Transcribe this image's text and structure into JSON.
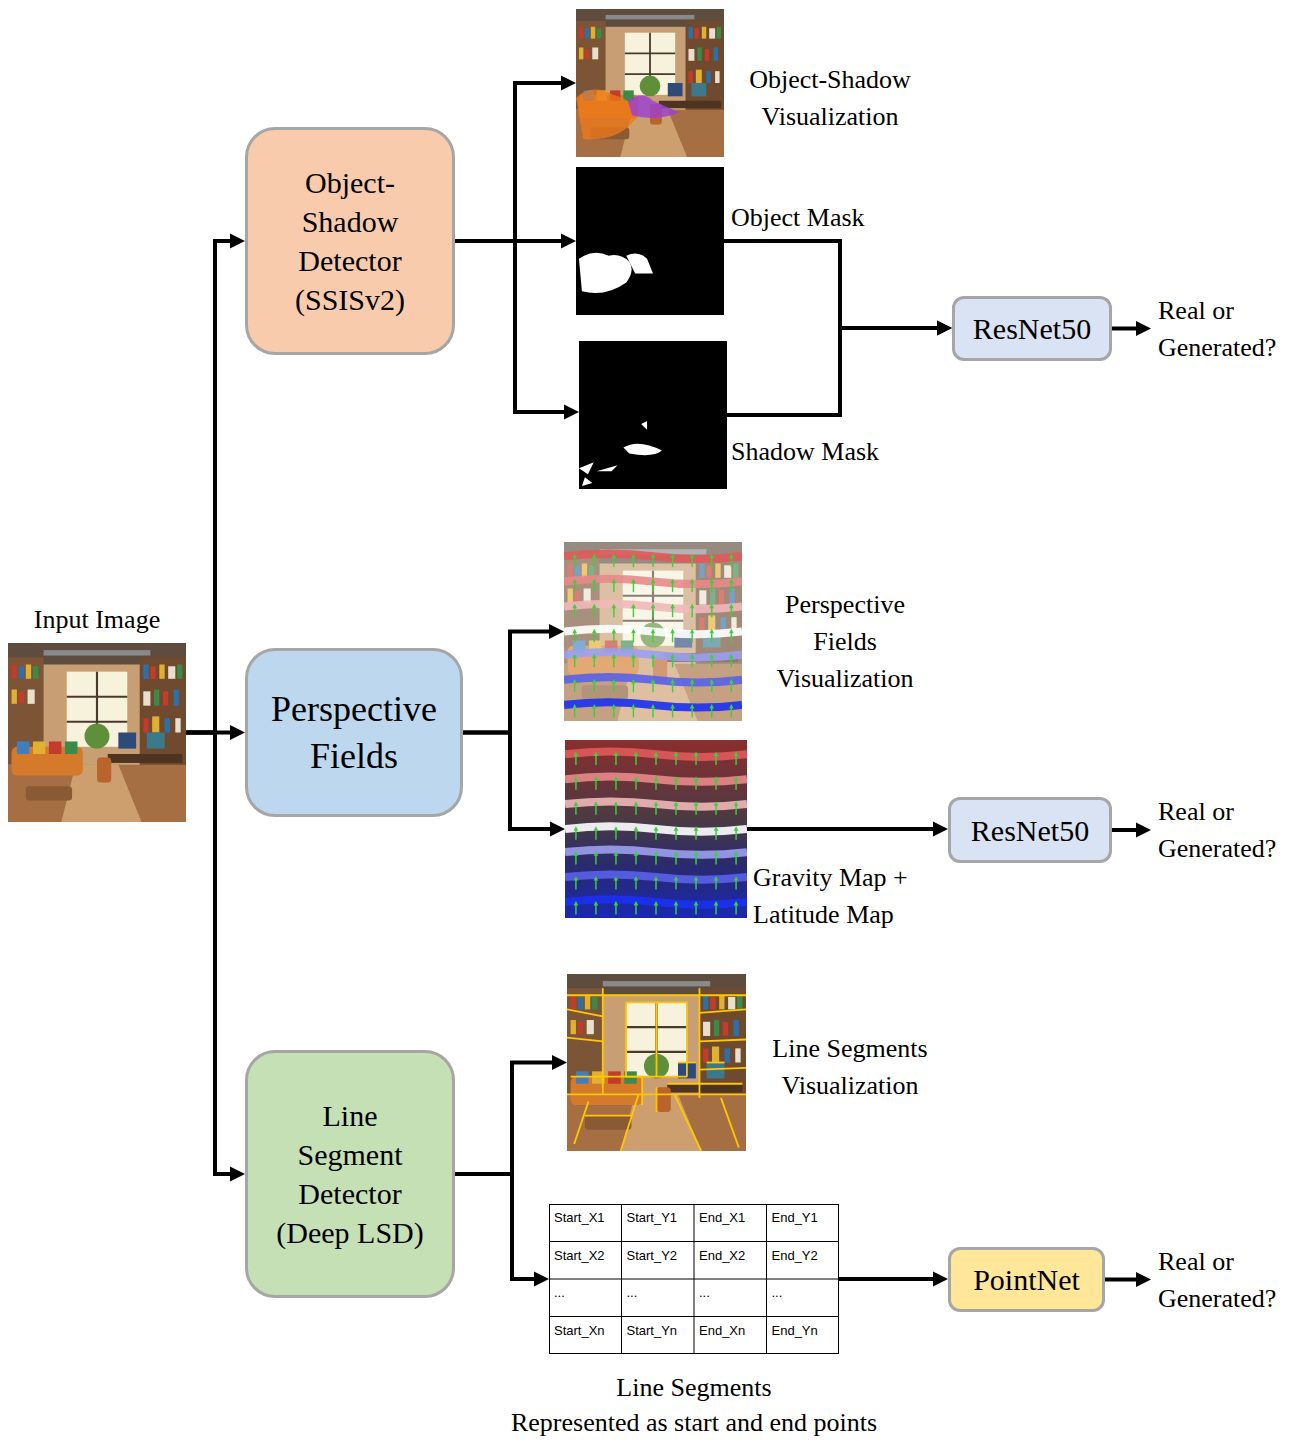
{
  "diagram": {
    "nodes": [
      {
        "text": [
          "Input Image"
        ]
      },
      {
        "text": [
          "Object- Shadow Detector (SSISv2)"
        ]
      },
      {
        "text": [
          "Object-Shadow Visualization"
        ]
      },
      {
        "text": [
          "Object Mask"
        ]
      },
      {
        "text": [
          "Shadow Mask"
        ]
      },
      {
        "text": [
          "ResNet50"
        ]
      },
      {
        "text": [
          "Perspective Fields"
        ]
      },
      {
        "text": [
          "Perspective Fields Visualization"
        ]
      },
      {
        "text": [
          "Gravity Map + Latitude Map"
        ]
      },
      {
        "text": [
          "ResNet50"
        ]
      },
      {
        "text": [
          "Line Segment Detector (Deep LSD)"
        ]
      },
      {
        "text": [
          "Line Segments Visualization"
        ]
      },
      {
        "text": [
          "Line Segments",
          "Represented as start and end points"
        ]
      },
      {
        "text": [
          "PointNet"
        ]
      }
    ],
    "edges": [
      {
        "from": 0,
        "to": 1,
        "arrow": "to"
      },
      {
        "from": 0,
        "to": 6,
        "arrow": "to"
      },
      {
        "from": 0,
        "to": 10,
        "arrow": "to"
      },
      {
        "from": 1,
        "to": 2,
        "arrow": "to"
      },
      {
        "from": 1,
        "to": 3,
        "arrow": "to"
      },
      {
        "from": 1,
        "to": 4,
        "arrow": "to"
      },
      {
        "from": 3,
        "to": 5,
        "arrow": "to"
      },
      {
        "from": 4,
        "to": 5,
        "arrow": "to"
      },
      {
        "from": 6,
        "to": 7,
        "arrow": "to"
      },
      {
        "from": 6,
        "to": 8,
        "arrow": "to"
      },
      {
        "from": 8,
        "to": 9,
        "arrow": "to"
      },
      {
        "from": 10,
        "to": 11,
        "arrow": "to"
      },
      {
        "from": 10,
        "to": 12,
        "arrow": "to"
      },
      {
        "from": 12,
        "to": 13,
        "arrow": "to"
      }
    ],
    "labels": [
      "Real or Generated?",
      "Real or Generated?",
      "Real or Generated?",
      "Start_X1",
      "Start_Y1",
      "End_X1",
      "End_Y1",
      "Start_X2",
      "Start_Y2",
      "End_X2",
      "End_Y2",
      "...",
      "...",
      "...",
      "...",
      "Start_Xn",
      "Start_Yn",
      "End_Xn",
      "End_Yn"
    ]
  }
}
